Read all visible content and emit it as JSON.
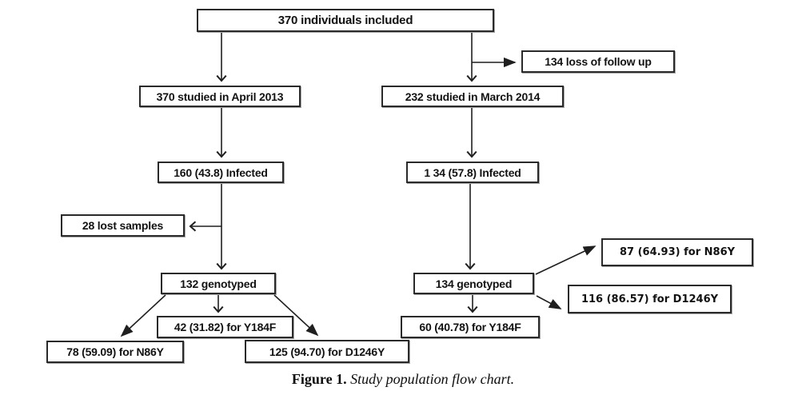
{
  "figure": {
    "type": "flowchart",
    "caption": {
      "label": "Figure 1.",
      "text": " Study population flow chart."
    },
    "nodes": {
      "included": {
        "label": "370 individuals included"
      },
      "loss_follow_up": {
        "label": "134 loss of follow up"
      },
      "april2013": {
        "label": "370 studied in April 2013"
      },
      "march2014": {
        "label": "232 studied in March 2014"
      },
      "infected_left": {
        "label": "160 (43.8) Infected"
      },
      "infected_right": {
        "label": "1 34 (57.8) Infected"
      },
      "lost_samples": {
        "label": "28 lost samples"
      },
      "genotyped_left": {
        "label": "132 genotyped"
      },
      "genotyped_right": {
        "label": "134 genotyped"
      },
      "n86y_right": {
        "label": "87 (64.93) for N86Y"
      },
      "d1246y_right": {
        "label": "116 (86.57) for D1246Y"
      },
      "y184f_left": {
        "label": "42 (31.82) for Y184F"
      },
      "n86y_left": {
        "label": "78 (59.09) for N86Y"
      },
      "d1246y_left": {
        "label": "125 (94.70) for D1246Y"
      },
      "y184f_right": {
        "label": "60 (40.78) for Y184F"
      }
    },
    "edges": [
      "included -> april2013",
      "included -> march2014",
      "march2014-branch -> loss_follow_up",
      "april2013 -> infected_left",
      "march2014 -> infected_right",
      "infected_left -> genotyped_left",
      "infected_left-branch -> lost_samples",
      "infected_right -> genotyped_right",
      "genotyped_left -> n86y_left",
      "genotyped_left -> y184f_left",
      "genotyped_left -> d1246y_left",
      "genotyped_right -> y184f_right",
      "genotyped_right -> n86y_right",
      "genotyped_right -> d1246y_right"
    ],
    "colors": {
      "background": "#ffffff",
      "box_border": "#2a2a2a",
      "arrow": "#1f1f1f",
      "text": "#121212"
    }
  }
}
